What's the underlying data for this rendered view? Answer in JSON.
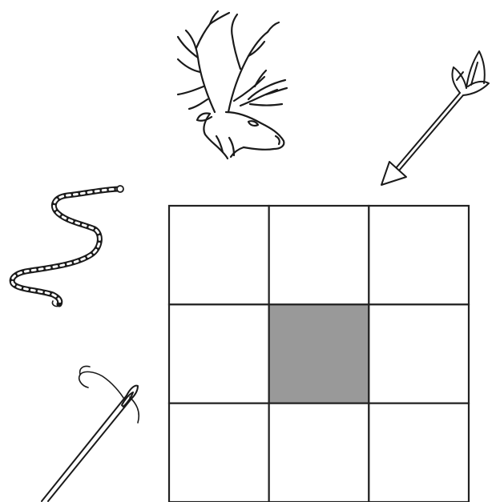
{
  "grid": {
    "rows": 3,
    "cols": 3,
    "shaded_cells": [
      [
        1,
        1
      ]
    ],
    "line_color": "#222222",
    "shade_color": "#999999",
    "cell_color": "#ffffff"
  },
  "illustrations": [
    {
      "name": "reindeer-icon"
    },
    {
      "name": "arrow-icon"
    },
    {
      "name": "rope-icon"
    },
    {
      "name": "needle-and-thread-icon"
    }
  ]
}
